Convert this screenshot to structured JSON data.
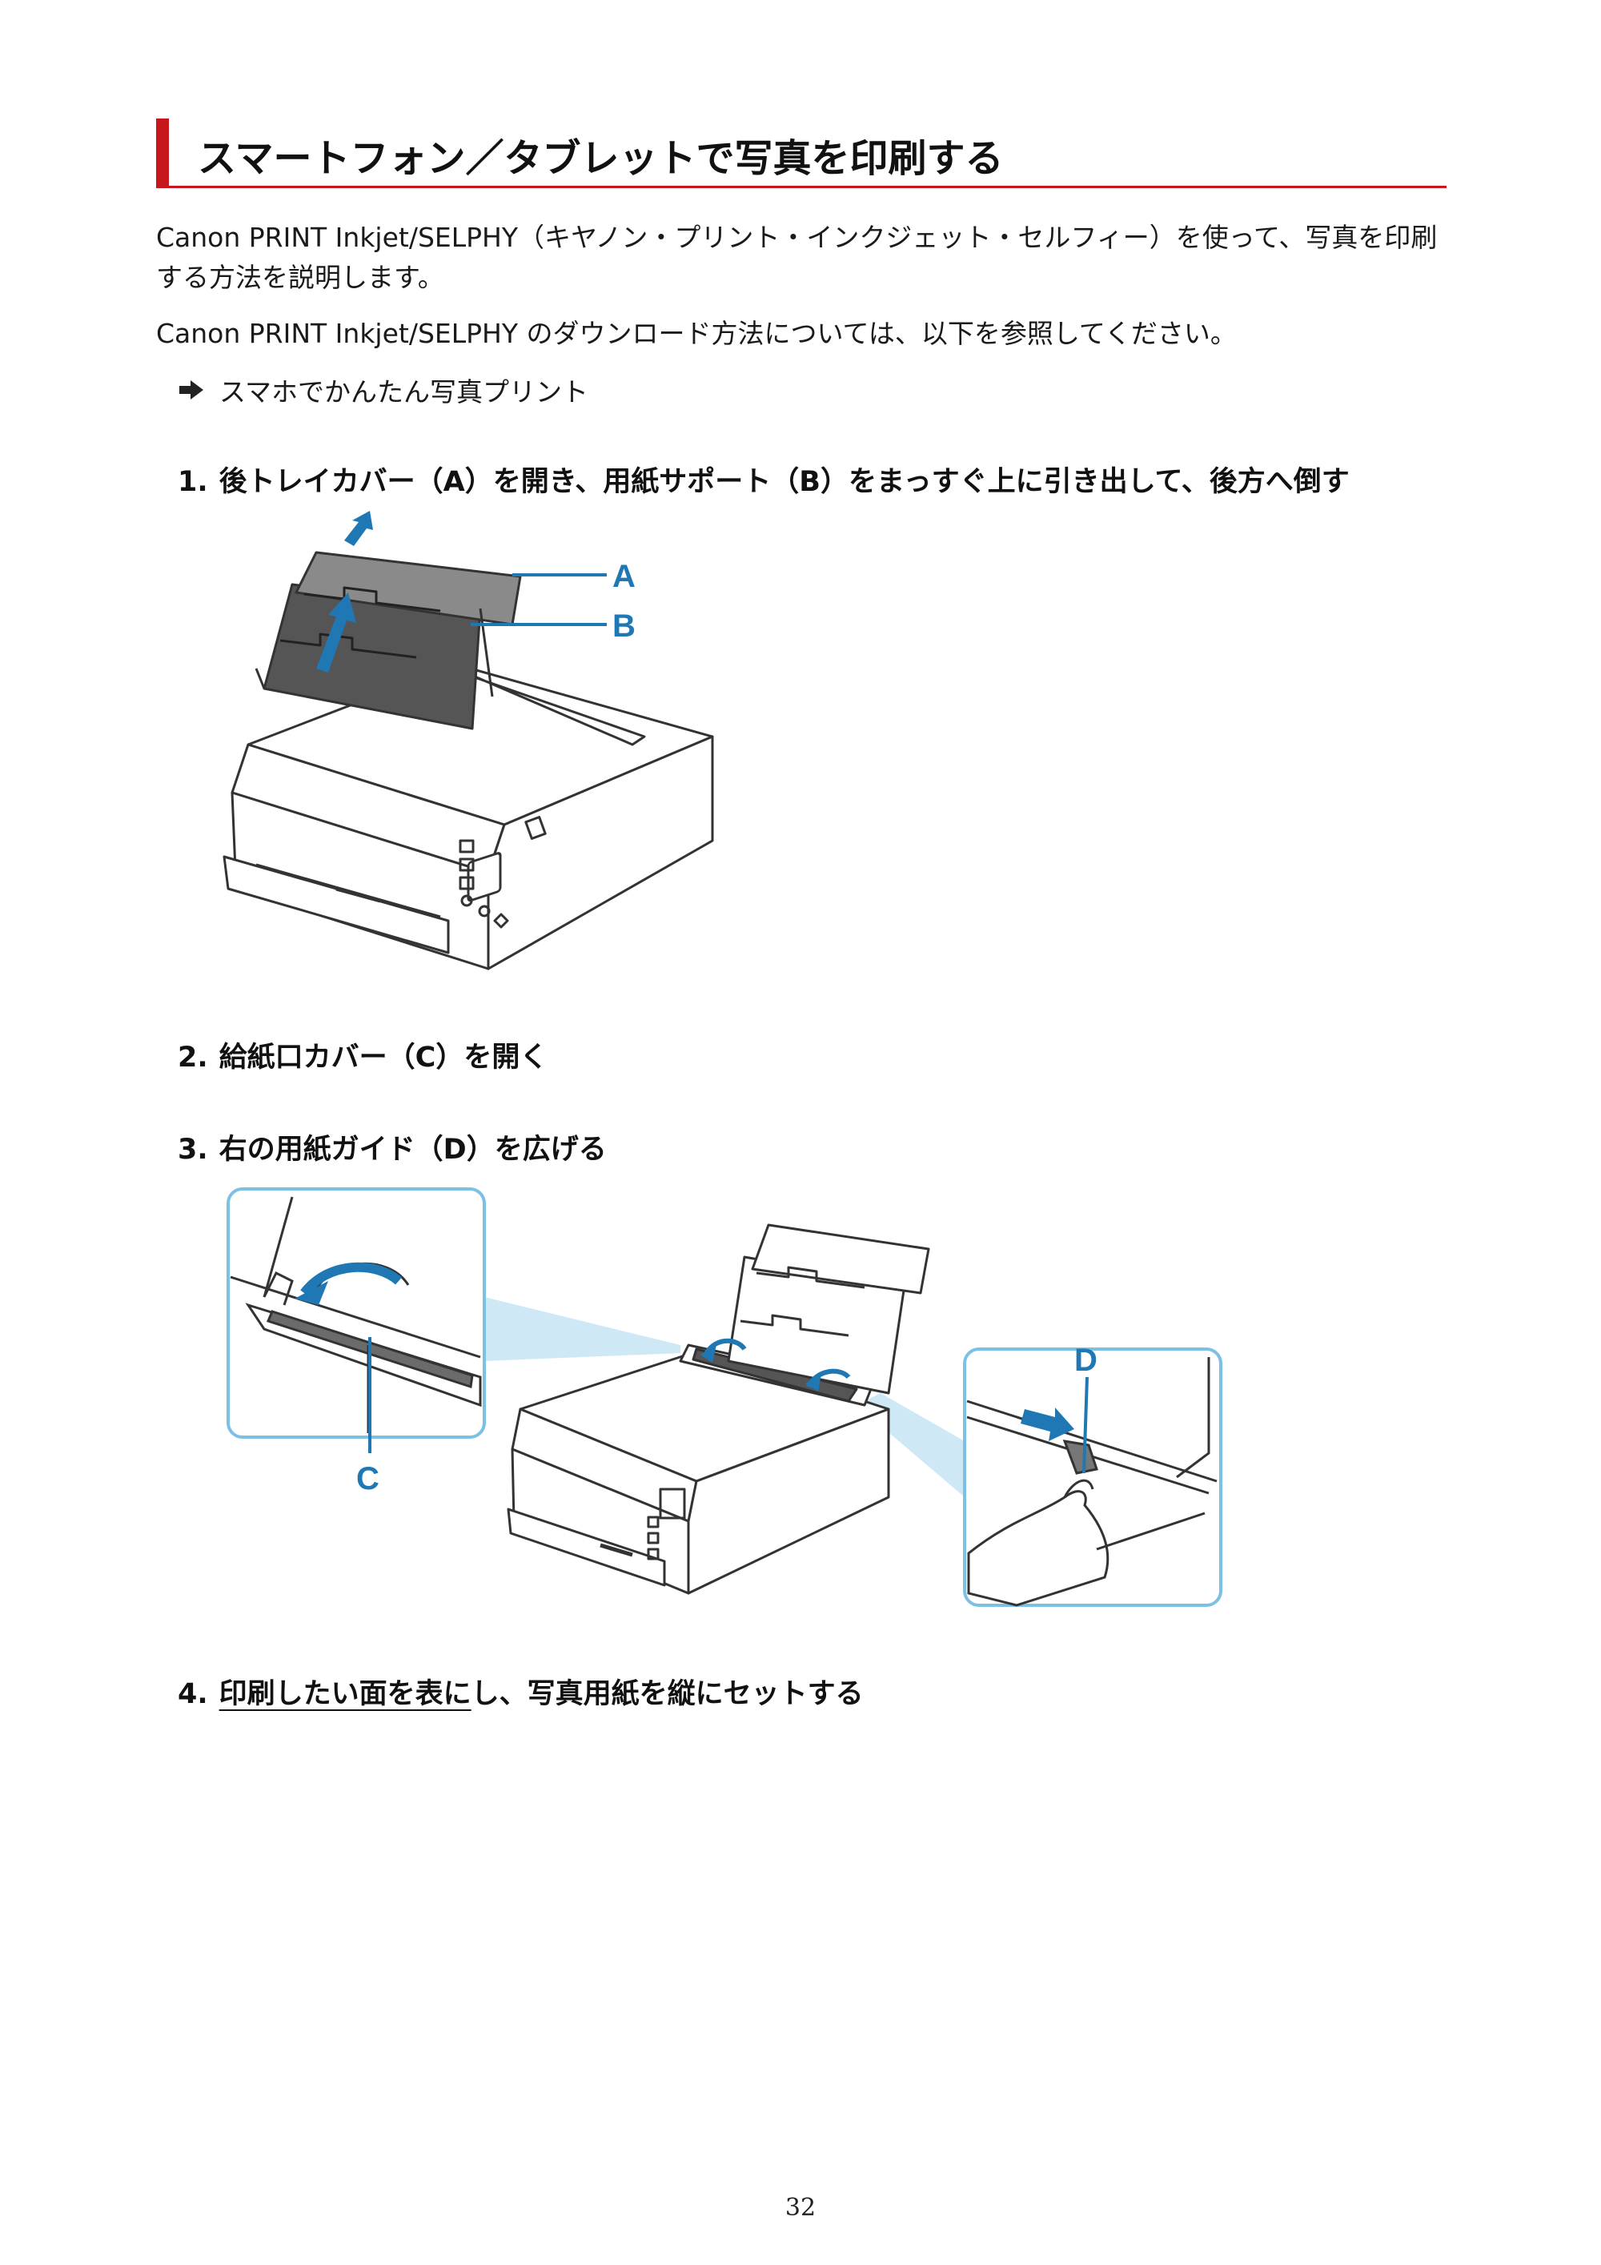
{
  "title": "スマートフォン／タブレットで写真を印刷する",
  "paragraphs": [
    "Canon PRINT Inkjet/SELPHY（キヤノン・プリント・インクジェット・セルフィー）を使って、写真を印刷する方法を説明します。",
    "Canon PRINT Inkjet/SELPHY のダウンロード方法については、以下を参照してください。"
  ],
  "link": {
    "text": "スマホでかんたん写真プリント",
    "icon": "arrow-right-icon"
  },
  "steps": [
    {
      "num": "1.",
      "text": "後トレイカバー（A）を開き、用紙サポート（B）をまっすぐ上に引き出して、後方へ倒す"
    },
    {
      "num": "2.",
      "text": "給紙口カバー（C）を開く"
    },
    {
      "num": "3.",
      "text": "右の用紙ガイド（D）を広げる"
    },
    {
      "num": "4.",
      "text_underlined": "印刷したい面を表に",
      "text_rest": "し、写真用紙を縦にセットする"
    }
  ],
  "figure1": {
    "label_a": "A",
    "label_b": "B"
  },
  "figure2": {
    "label_c": "C",
    "label_d": "D"
  },
  "colors": {
    "accent": "#c8161d",
    "callout_blue": "#1f78b4",
    "zoom_border": "#7cc0e6"
  },
  "page_number": "32"
}
